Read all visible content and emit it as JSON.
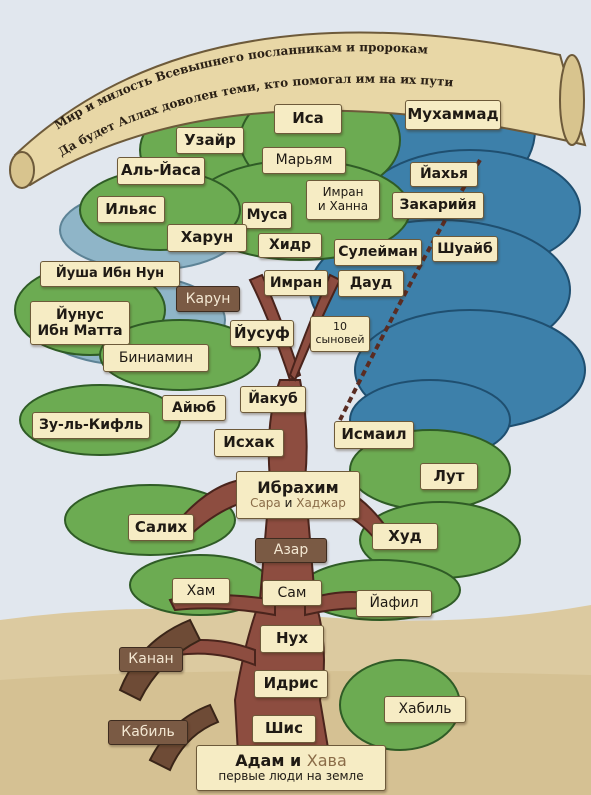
{
  "banner": {
    "line1": "Мир и милость Всевышнего посланникам и пророкам",
    "line2": "Да будет Аллах доволен теми, кто помогал им на их пути"
  },
  "prophets": {
    "isa": "Иса",
    "uzair": "Узайр",
    "muhammad": "Мухаммад",
    "al_yasa": "Аль-Йаса",
    "maryam": "Марьям",
    "yahya": "Йахья",
    "imran_hanna": "Имран\nи Ханна",
    "ilyas": "Ильяс",
    "musa": "Муса",
    "zakariya": "Закарийя",
    "harun": "Харун",
    "hidr": "Хидр",
    "suleiman": "Сулейман",
    "shuaib": "Шуайб",
    "yusha": "Йуша Ибн Нун",
    "karun": "Карун",
    "imran": "Имран",
    "daud": "Дауд",
    "yunus": "Йунус\nИбн Матта",
    "yusuf": "Йусуф",
    "ten_sons": "10\nсыновей",
    "biniamin": "Биниамин",
    "ayub": "Айюб",
    "yakub": "Йакуб",
    "zul_kifl": "Зу-ль-Кифль",
    "ishak": "Исхак",
    "ismail": "Исмаил",
    "ibrahim": "Ибрахим",
    "sara": "Сара",
    "and_word": "и",
    "hajar": "Хаджар",
    "lut": "Лут",
    "salih": "Салих",
    "azar": "Азар",
    "hud": "Худ",
    "ham": "Хам",
    "sam": "Сам",
    "yafil": "Йафил",
    "nuh": "Нух",
    "kanan": "Канан",
    "idris": "Идрис",
    "habil": "Хабиль",
    "shis": "Шис",
    "kabil": "Кабиль",
    "adam_and": "Адам и",
    "hava": "Хава",
    "first_people": "первые люди на земле"
  },
  "colors": {
    "label_bg": "#f6ecc4",
    "dark_label_bg": "#7a5a44",
    "trunk": "#8a4a3e",
    "foliage": "#6aa84f",
    "blue_tree": "#3b7fa8",
    "sky": "#dfe6ee",
    "ground": "#d9c79e"
  }
}
